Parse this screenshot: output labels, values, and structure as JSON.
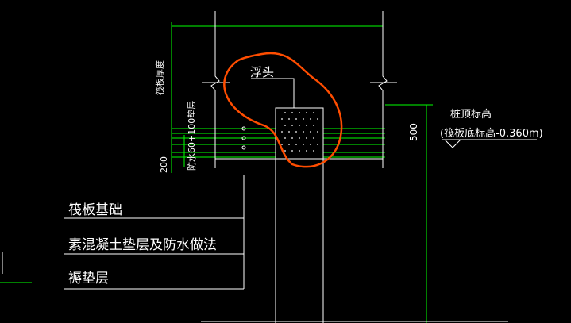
{
  "labels": {
    "float_head": "浮头",
    "raft_thickness": "筏板厚度",
    "waterproof_layer": "防水60+100垫层",
    "dim_200": "200",
    "dim_500": "500",
    "pile_top_elev": "桩顶标高",
    "raft_bottom_elev": "(筏板底标高-0.360m)"
  },
  "legend": [
    {
      "text": "筏板基础"
    },
    {
      "text": "素混凝土垫层及防水做法"
    },
    {
      "text": "褥垫层"
    }
  ],
  "colors": {
    "background": "#000000",
    "line": "#ffffff",
    "dimension": "#00ff00",
    "annotation": "#ff4d00"
  }
}
